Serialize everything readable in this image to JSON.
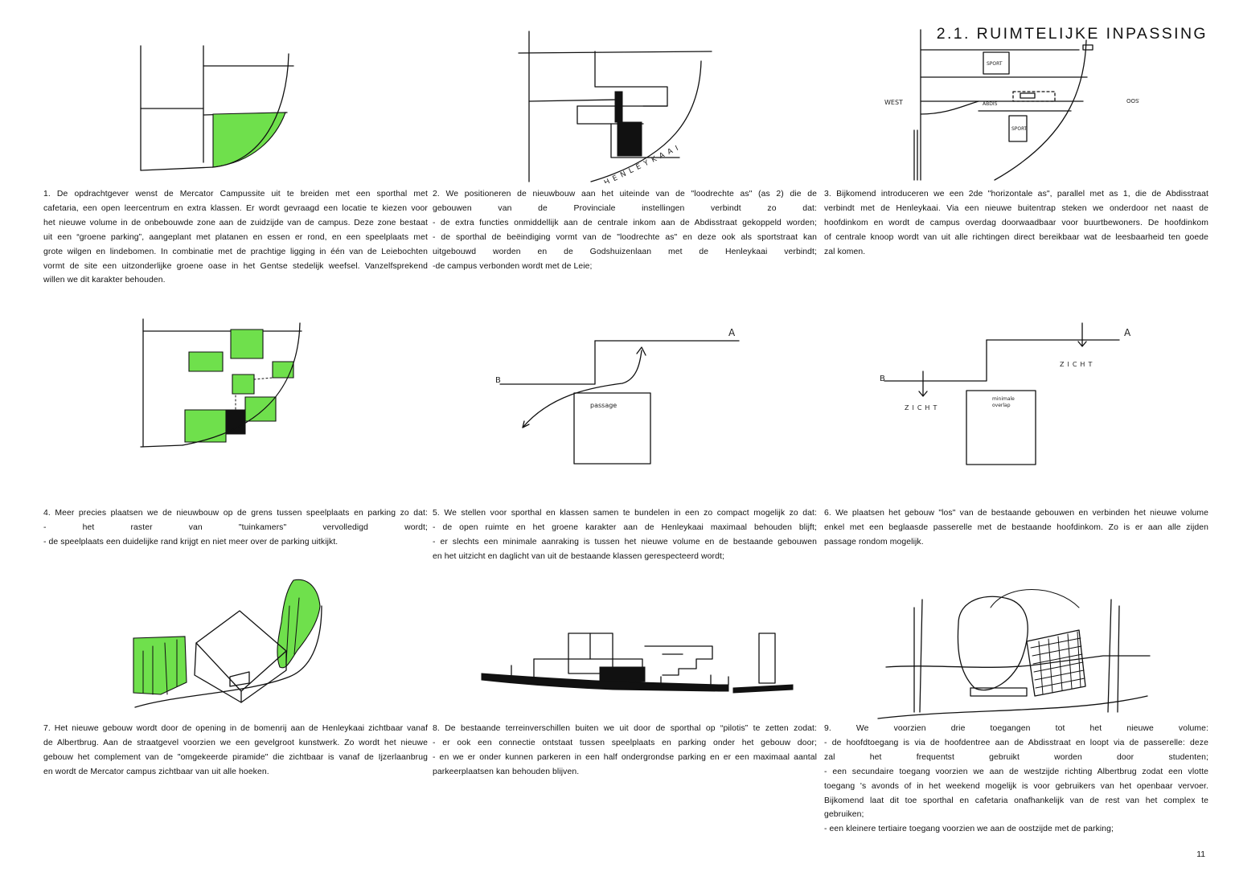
{
  "page": {
    "title": "2.1. RUIMTELIJKE INPASSING",
    "number": "11"
  },
  "colors": {
    "green": "#6fe04c",
    "ink": "#111111"
  },
  "sketches": {
    "s2": {
      "label": "HENLEYKAAI"
    },
    "s3": {
      "label_west": "WEST",
      "label_oost": "OOST",
      "label_abdis": "ABDIS",
      "label_sport1": "SPORT",
      "label_sport2": "SPORT"
    },
    "s5": {
      "label_a": "A",
      "label_b": "B",
      "label_passage": "passage"
    },
    "s6": {
      "label_a": "A",
      "label_b": "B",
      "label_zicht1": "ZICHT",
      "label_zicht2": "ZICHT",
      "label_overlap_1": "minimale",
      "label_overlap_2": "overlap"
    }
  },
  "blocks": [
    {
      "lines": [
        "1.  De opdrachtgever wenst de Mercator Campussite uit te breiden met een sporthal met",
        "cafetaria, een open leercentrum en extra klassen. Er wordt gevraagd een locatie te kiezen voor",
        "het nieuwe volume in de onbebouwde zone aan de zuidzijde van de campus. Deze zone bestaat",
        "uit een “groene parking”, aangeplant met platanen en essen er rond, en een speelplaats met",
        "grote wilgen en lindebomen. In combinatie met de prachtige ligging in één van de Leiebochten",
        "vormt de site een uitzonderlijke groene oase in het Gentse stedelijk weefsel. Vanzelfsprekend",
        "willen we dit karakter behouden."
      ]
    },
    {
      "lines": [
        "2. We positioneren de nieuwbouw aan het uiteinde van de \"loodrechte as\" (as 2) die de",
        "gebouwen van de Provinciale instellingen verbindt zo dat:",
        "- de extra functies onmiddellijk aan de centrale inkom aan de Abdisstraat gekoppeld worden;",
        "- de sporthal de beëindiging vormt van de \"loodrechte as\" en deze ook als sportstraat kan",
        "uitgebouwd worden en de Godshuizenlaan met de Henleykaai verbindt;",
        "-de campus verbonden wordt met de Leie;"
      ]
    },
    {
      "lines": [
        "3. Bijkomend introduceren we een 2de \"horizontale as\", parallel met as 1, die de Abdisstraat",
        "verbindt met de Henleykaai. Via een nieuwe buitentrap steken we onderdoor net naast de",
        "hoofdinkom en wordt de campus overdag doorwaadbaar voor buurtbewoners. De hoofdinkom",
        "of centrale knoop wordt van uit alle richtingen direct bereikbaar wat de leesbaarheid ten goede",
        "zal komen."
      ]
    },
    {
      "lines": [
        "4. Meer precies plaatsen we de nieuwbouw op de grens tussen speelplaats en parking zo dat:",
        "- het raster van \"tuinkamers\" vervolledigd wordt;",
        "- de speelplaats een duidelijke rand krijgt en niet meer over de parking uitkijkt."
      ]
    },
    {
      "lines": [
        "5. We stellen voor sporthal en klassen samen te bundelen in een zo compact mogelijk zo dat:",
        "- de open ruimte en het groene karakter aan de Henleykaai maximaal behouden blijft;",
        "- er slechts een minimale aanraking is tussen het nieuwe volume en de bestaande gebouwen",
        "en het uitzicht en daglicht van uit de bestaande klassen gerespecteerd wordt;"
      ]
    },
    {
      "lines": [
        "6. We plaatsen het gebouw \"los\" van de bestaande gebouwen en verbinden het nieuwe volume",
        "enkel met een beglaasde passerelle met de bestaande hoofdinkom. Zo is er aan alle zijden",
        "passage rondom mogelijk."
      ]
    },
    {
      "lines": [
        "7. Het nieuwe gebouw wordt door de opening in de bomenrij aan de Henleykaai zichtbaar vanaf",
        "de Albertbrug. Aan de straatgevel voorzien we een gevelgroot kunstwerk. Zo wordt het nieuwe",
        "gebouw het complement van de \"omgekeerde piramide\" die zichtbaar is vanaf de Ijzerlaanbrug",
        "en wordt de Mercator campus zichtbaar van uit alle hoeken."
      ]
    },
    {
      "lines": [
        "8. De bestaande terreinverschillen buiten we uit door de sporthal op “pilotis” te zetten zodat:",
        "- er ook een connectie ontstaat tussen speelplaats en parking onder het gebouw door;",
        "- en we er onder kunnen parkeren in een half ondergrondse parking en er een maximaal aantal",
        "parkeerplaatsen kan behouden blijven."
      ]
    },
    {
      "lines": [
        "9. We voorzien drie toegangen tot het nieuwe volume:",
        "- de hoofdtoegang is via de hoofdentree aan de Abdisstraat en loopt via de passerelle: deze",
        "zal het frequentst gebruikt worden door studenten;",
        "- een secundaire toegang voorzien we aan de westzijde richting Albertbrug zodat een vlotte",
        "toegang 's avonds of in het weekend mogelijk is voor gebruikers van het openbaar vervoer.",
        "Bijkomend laat dit toe sporthal en cafetaria onafhankelijk van de rest van het complex te",
        "gebruiken;",
        "- een kleinere tertiaire toegang voorzien we aan de oostzijde met de parking;"
      ]
    }
  ]
}
